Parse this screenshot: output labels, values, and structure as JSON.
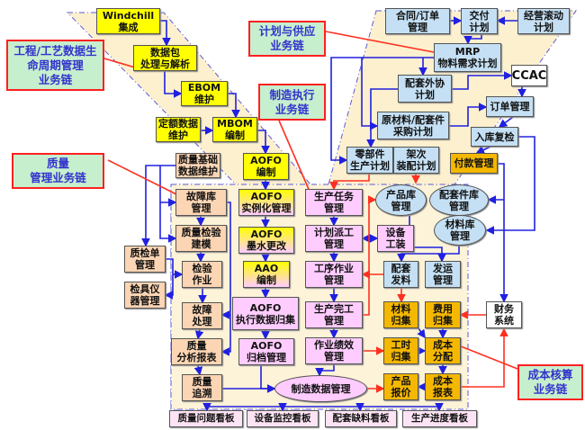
{
  "colors": {
    "flow_blue": "#2020e0",
    "flow_red": "#ff3020",
    "label_text": "#3333cc",
    "label_border": "#ff2020",
    "label_bg": "#c6efce"
  },
  "labels": {
    "engineering": [
      "工程/工艺数据生",
      "命周期管理",
      "业务链"
    ],
    "planning": [
      "计划与供应",
      "业务链"
    ],
    "manufacturing": [
      "制造执行",
      "业务链"
    ],
    "quality": [
      "质量",
      "管理业务链"
    ],
    "costing": [
      "成本核算",
      "业务链"
    ]
  },
  "nodes": {
    "windchill": [
      "Windchill",
      "集成"
    ],
    "datapack": [
      "数据包",
      "处理与解析"
    ],
    "ebom": [
      "EBOM",
      "维护"
    ],
    "quota": [
      "定额数据",
      "维护"
    ],
    "mbom": [
      "MBOM",
      "编制"
    ],
    "aofo_edit": [
      "AOFO",
      "编制"
    ],
    "aofo_inst": [
      "AOFO",
      "实例化管理"
    ],
    "aofo_ink": [
      "AOFO",
      "墨水更改"
    ],
    "aao": [
      "AAO",
      "编制"
    ],
    "aofo_exec": [
      "AOFO",
      "执行数据归集"
    ],
    "aofo_archive": [
      "AOFO",
      "归档管理"
    ],
    "q_base": [
      "质量基础",
      "数据维护"
    ],
    "fault_lib": [
      "故障库",
      "管理"
    ],
    "q_model": [
      "质量检验",
      "建模"
    ],
    "q_sheet": [
      "质检单",
      "管理"
    ],
    "inspect": [
      "检验",
      "作业"
    ],
    "gauge": [
      "检具仪",
      "器管理"
    ],
    "fault_proc": [
      "故障",
      "处理"
    ],
    "q_report": [
      "质量",
      "分析报表"
    ],
    "q_trace": [
      "质量",
      "追溯"
    ],
    "contract": [
      "合同/订单",
      "管理"
    ],
    "delivery": [
      "交付",
      "计划"
    ],
    "rolling": [
      "经营滚动",
      "计划"
    ],
    "mrp": [
      "MRP",
      "物料需求计划"
    ],
    "ccac": [
      "CCAC"
    ],
    "outsource": [
      "配套外协",
      "计划"
    ],
    "order": [
      "订单管理"
    ],
    "purchase": [
      "原材料/配套件",
      "采购计划"
    ],
    "recheck": [
      "入库复检"
    ],
    "parts_plan": [
      "零部件",
      "生产计划"
    ],
    "assembly_plan": [
      "架次",
      "装配计划"
    ],
    "payment": [
      "付款管理"
    ],
    "task": [
      "生产任务",
      "管理"
    ],
    "product_store": [
      "产品库",
      "管理"
    ],
    "kit_store": [
      "配套件库",
      "管理"
    ],
    "material_store": [
      "材料库",
      "管理"
    ],
    "dispatch": [
      "计划派工",
      "管理"
    ],
    "equipment": [
      "设备",
      "工装"
    ],
    "process": [
      "工序作业",
      "管理"
    ],
    "kit_issue": [
      "配套",
      "发料"
    ],
    "shipping": [
      "发运",
      "管理"
    ],
    "complete": [
      "生产完工",
      "管理"
    ],
    "mat_collect": [
      "材料",
      "归集"
    ],
    "fee_collect": [
      "费用",
      "归集"
    ],
    "finance": [
      "财务",
      "系统"
    ],
    "performance": [
      "作业绩效",
      "管理"
    ],
    "hour_collect": [
      "工时",
      "归集"
    ],
    "cost_alloc": [
      "成本",
      "分配"
    ],
    "mfg_data": [
      "制造数据管理"
    ],
    "quote": [
      "产品",
      "报价"
    ],
    "cost_report": [
      "成本",
      "报表"
    ],
    "board_quality": [
      "质量问题看板"
    ],
    "board_equipment": [
      "设备监控看板"
    ],
    "board_shortage": [
      "配套缺料看板"
    ],
    "board_progress": [
      "生产进度看板"
    ]
  }
}
